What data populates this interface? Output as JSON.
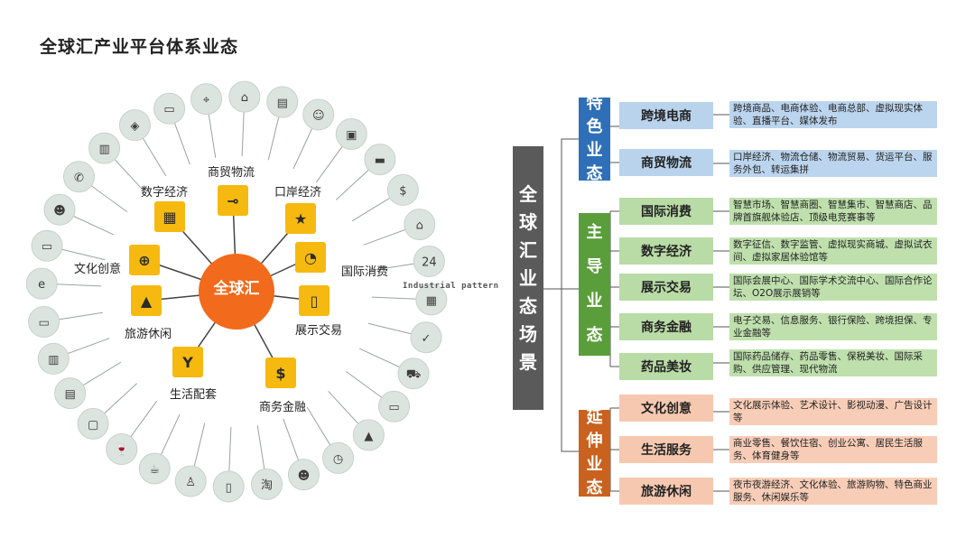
{
  "title": "全球汇产业平台体系业态",
  "wheel": {
    "center": "全球汇",
    "nodes": [
      {
        "label": "商贸物流",
        "icon": "teacher-board-icon"
      },
      {
        "label": "口岸经济",
        "icon": "police-badge-icon"
      },
      {
        "label": "国际消费",
        "icon": "online-shop-icon"
      },
      {
        "label": "展示交易",
        "icon": "smartphone-icon"
      },
      {
        "label": "商务金融",
        "icon": "dollar-coin-icon"
      },
      {
        "label": "生活配套",
        "icon": "cocktail-glass-icon"
      },
      {
        "label": "旅游休闲",
        "icon": "mountain-landscape-icon"
      },
      {
        "label": "文化创意",
        "icon": "globe-grid-icon"
      },
      {
        "label": "数字经济",
        "icon": "atm-machine-icon"
      }
    ],
    "watermark": "Industrial pattern",
    "outer_icons": [
      "delivery-truck-icon",
      "map-location-icon",
      "warehouse-icon",
      "barcode-scan-icon",
      "customer-service-icon",
      "package-box-icon",
      "vacancy-sign-icon",
      "money-bag-icon",
      "bank-building-icon",
      "hour-24-icon",
      "stacked-boxes-icon",
      "rating-card-icon",
      "trolley-icon",
      "cash-money-icon",
      "growth-chart-icon",
      "watch-icon",
      "people-group-icon",
      "taobao-icon",
      "open-book-icon",
      "waiter-icon",
      "coffee-cup-icon",
      "drinks-icon",
      "camera-icon",
      "cash-register-icon",
      "document-icon",
      "credit-cards-icon",
      "ie-browser-icon",
      "chat-message-icon",
      "user-profile-icon",
      "phone-icon",
      "library-icon",
      "shopping-bag-icon"
    ]
  },
  "tree": {
    "root": "全球汇业态场景",
    "categories": [
      {
        "name": "特色业态",
        "items": [
          {
            "name": "跨境电商",
            "desc": "跨境商品、电商体验、电商总部、虚拟现实体验、直播平台、媒体发布"
          },
          {
            "name": "商贸物流",
            "desc": "口岸经济、物流仓储、物流贸易、货运平台、服务外包、转运集拼"
          }
        ]
      },
      {
        "name": "主导业态",
        "items": [
          {
            "name": "国际消费",
            "desc": "智慧市场、智慧商圈、智慧集市、智慧商店、品牌首旗舰体验店、顶级电竞赛事等"
          },
          {
            "name": "数字经济",
            "desc": "数字征信、数字监管、虚拟现实商城、虚拟试衣间、虚拟家居体验馆等"
          },
          {
            "name": "展示交易",
            "desc": "国际会展中心、国际学术交流中心、国际合作论坛、O2O展示展销等"
          },
          {
            "name": "商务金融",
            "desc": "电子交易、信息服务、银行保险、跨境担保、专业金融等"
          },
          {
            "name": "药品美妆",
            "desc": "国际药品储存、药品零售、保税美妆、国际采购、供应管理、现代物流"
          }
        ]
      },
      {
        "name": "延伸业态",
        "items": [
          {
            "name": "文化创意",
            "desc": "文化展示体验、艺术设计、影视动漫、广告设计等"
          },
          {
            "name": "生活服务",
            "desc": "商业零售、餐饮住宿、创业公寓、居民生活服务、体育健身等"
          },
          {
            "name": "旅游休闲",
            "desc": "夜市夜游经济、文化体验、旅游购物、特色商业服务、休闲娱乐等"
          }
        ]
      }
    ]
  },
  "colors": {
    "center": "#f26a1b",
    "node": "#f5b90f",
    "outer": "#dde5e1",
    "root": "#5a5a5a",
    "special": "#2f6fb7",
    "main": "#5a9e3b",
    "extend": "#c9621e"
  }
}
